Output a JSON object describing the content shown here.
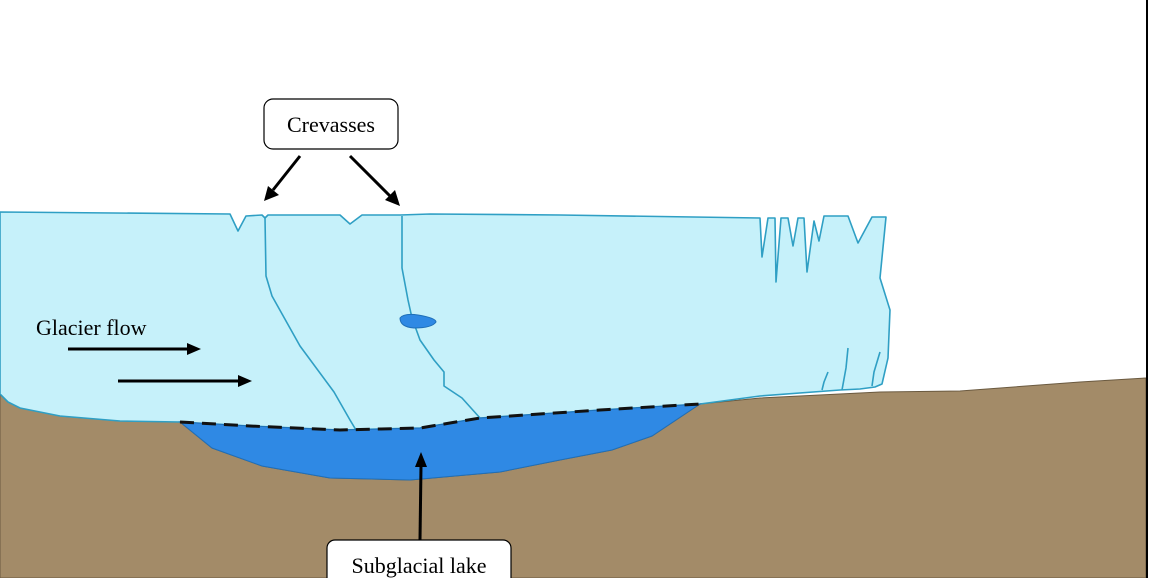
{
  "labels": {
    "crevasses": "Crevasses",
    "glacier_flow": "Glacier flow",
    "subglacial_lake": "Subglacial lake"
  },
  "colors": {
    "ice_fill": "#c6f1fa",
    "ice_outline": "#2f9fc4",
    "lake_fill": "#2f89e4",
    "bedrock_fill": "#a38b68",
    "bedrock_outline": "#6b5a40",
    "arrow": "#000000",
    "right_border": "#000000"
  }
}
